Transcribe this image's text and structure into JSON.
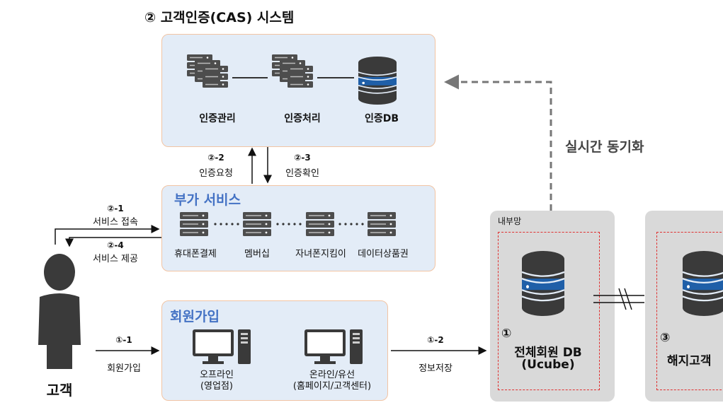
{
  "title": "②  고객인증(CAS) 시스템",
  "cas": {
    "mgmt_label": "인증관리",
    "proc_label": "인증처리",
    "db_label": "인증DB",
    "req_num": "②-2",
    "req_label": "인증요청",
    "conf_num": "②-3",
    "conf_label": "인증확인"
  },
  "sync_label": "실시간 동기화",
  "addon": {
    "title": "부가 서비스",
    "items": [
      "휴대폰결제",
      "멤버십",
      "자녀폰지킴이",
      "데이터상품권"
    ]
  },
  "access": {
    "num": "②-1",
    "label": "서비스 접속"
  },
  "provide": {
    "num": "②-4",
    "label": "서비스 제공"
  },
  "customer_label": "고객",
  "join": {
    "title": "회원가입",
    "offline_l1": "오프라인",
    "offline_l2": "(영업점)",
    "online_l1": "온라인/유선",
    "online_l2": "(홈페이지/고객센터)"
  },
  "join_arrow": {
    "num": "①-1",
    "label": "회원가입"
  },
  "save_arrow": {
    "num": "①-2",
    "label": "정보저장"
  },
  "internal": {
    "label": "내부망",
    "num": "①",
    "db_l1": "전체회원 DB",
    "db_l2": "(Ucube)"
  },
  "terminated": {
    "num": "③",
    "label": "해지고객"
  },
  "colors": {
    "box_fill": "#e3ecf7",
    "box_border": "#f2c4a3",
    "accent": "#4472c4",
    "dashed": "#e03030",
    "gray_box": "#d9d9d9"
  }
}
